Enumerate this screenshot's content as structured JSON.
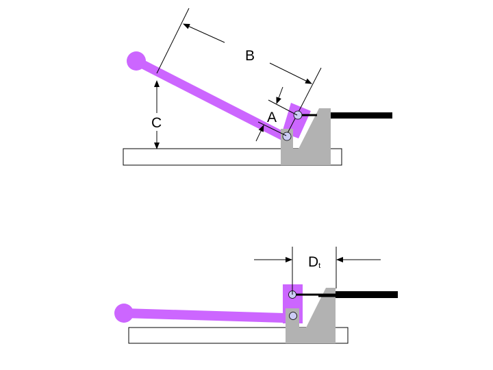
{
  "colors": {
    "lever": "#cc66ff",
    "bracket": "#b2b2b2",
    "pin": "#ccccf5",
    "rod": "#000000"
  },
  "top_diagram": {
    "label_a": "A",
    "label_b": "B",
    "label_c": "C"
  },
  "bottom_diagram": {
    "label_d": "D",
    "label_d_sub": "t"
  }
}
